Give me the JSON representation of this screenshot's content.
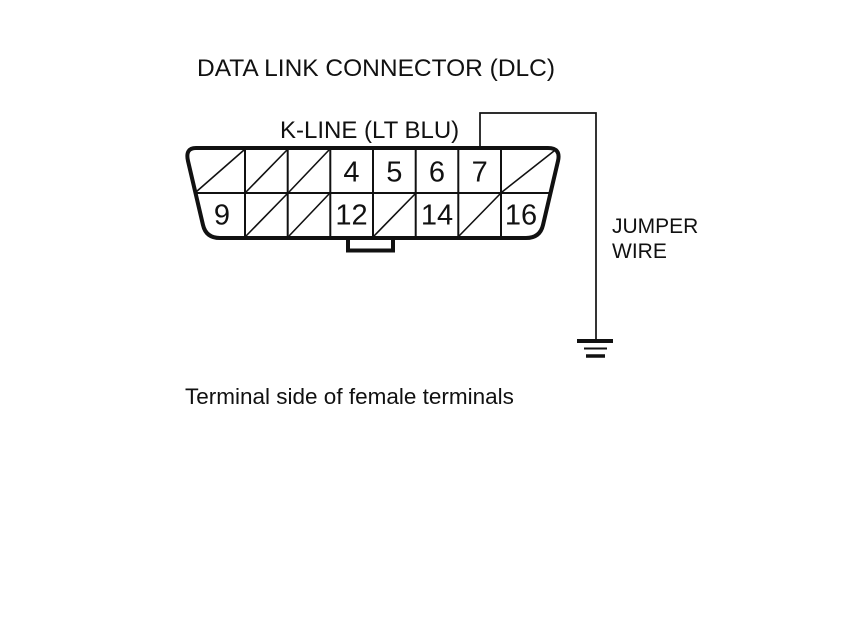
{
  "diagram": {
    "title": "DATA LINK CONNECTOR (DLC)",
    "caption": "Terminal side of female terminals",
    "k_line_label": "K-LINE (LT BLU)",
    "jumper_wire_label": {
      "line1": "JUMPER",
      "line2": "WIRE"
    },
    "connector": {
      "rows": [
        {
          "name": "top",
          "cells": [
            {
              "label": "",
              "crossed": true
            },
            {
              "label": "",
              "crossed": true
            },
            {
              "label": "",
              "crossed": true
            },
            {
              "label": "4",
              "crossed": false
            },
            {
              "label": "5",
              "crossed": false
            },
            {
              "label": "6",
              "crossed": false
            },
            {
              "label": "7",
              "crossed": false
            },
            {
              "label": "",
              "crossed": true
            }
          ]
        },
        {
          "name": "bottom",
          "cells": [
            {
              "label": "9",
              "crossed": false
            },
            {
              "label": "",
              "crossed": true
            },
            {
              "label": "",
              "crossed": true
            },
            {
              "label": "12",
              "crossed": false
            },
            {
              "label": "",
              "crossed": true
            },
            {
              "label": "14",
              "crossed": false
            },
            {
              "label": "",
              "crossed": true
            },
            {
              "label": "16",
              "crossed": false
            }
          ]
        }
      ]
    },
    "wire": {
      "from_pin": "7",
      "to": "ground"
    },
    "colors": {
      "line": "#111111",
      "text": "#111111",
      "background": "#ffffff"
    }
  }
}
